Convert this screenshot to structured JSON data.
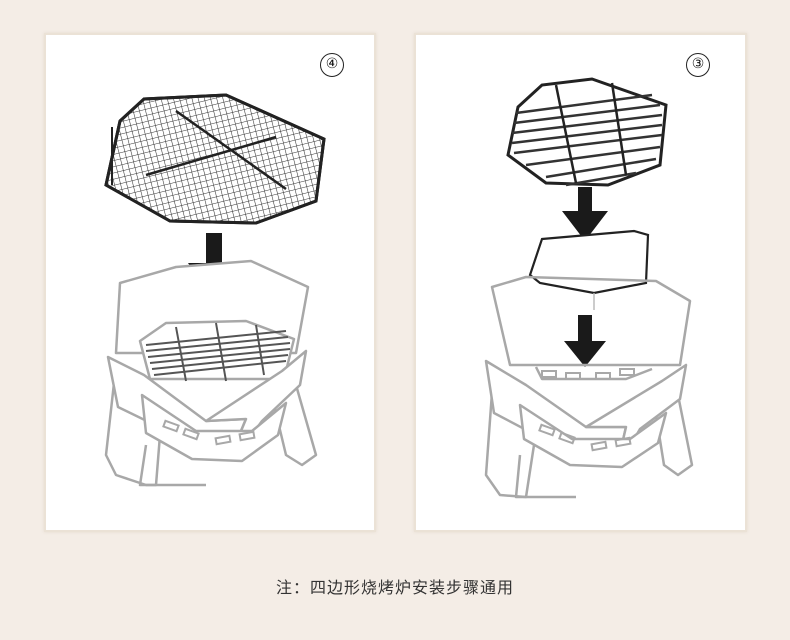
{
  "panels": [
    {
      "step_label": "④"
    },
    {
      "step_label": "③"
    }
  ],
  "caption": "注：四边形烧烤炉安装步骤通用"
}
